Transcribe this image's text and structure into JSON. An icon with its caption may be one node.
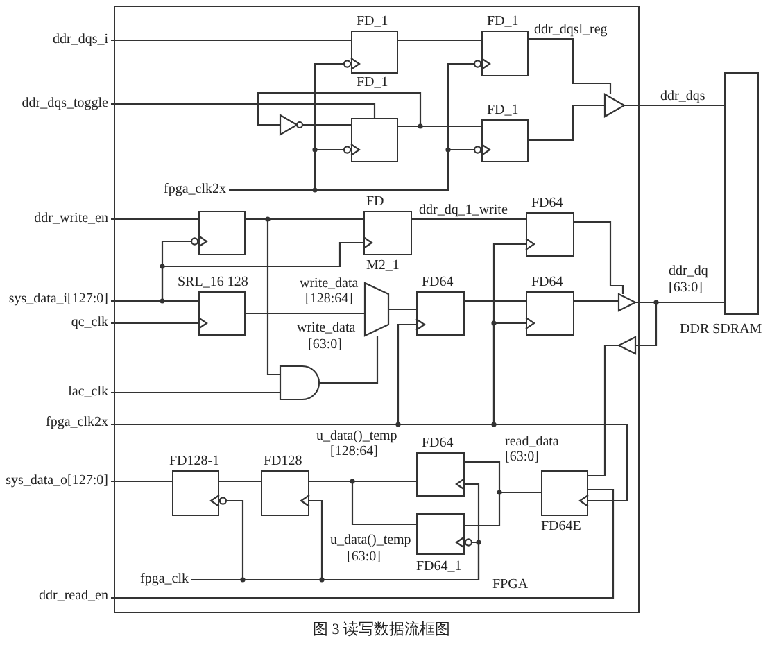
{
  "diagram": {
    "caption": "图 3 读写数据流框图",
    "nodes": [
      {
        "text": [
          "FPGA"
        ]
      },
      {
        "text": [
          "ddr_dqs_i"
        ]
      },
      {
        "text": [
          "FD_1"
        ],
        "in": 0
      },
      {
        "text": [
          "FD_1"
        ],
        "in": 0
      },
      {
        "text": [
          "ddr_dqs_toggle"
        ]
      },
      {
        "text": [],
        "shape": "triangle",
        "in": 0
      },
      {
        "text": [
          "FD_1"
        ],
        "in": 0
      },
      {
        "text": [
          "FD_1"
        ],
        "in": 0
      },
      {
        "text": [],
        "shape": "triangle",
        "in": 0
      },
      {
        "text": [
          "DDR SDRAM"
        ]
      },
      {
        "text": [
          "fpga_clk2x"
        ],
        "in": 0
      },
      {
        "text": [
          "ddr_write_en"
        ]
      },
      {
        "text": [],
        "shape": "box",
        "in": 0
      },
      {
        "text": [
          "FD",
          "M2_1"
        ],
        "in": 0
      },
      {
        "text": [
          "FD64"
        ],
        "in": 0
      },
      {
        "text": [
          "sys_data_i[127:0]"
        ]
      },
      {
        "text": [
          "qc_clk"
        ]
      },
      {
        "text": [
          "SRL_16 128"
        ],
        "in": 0
      },
      {
        "text": [],
        "shape": "trapezoid",
        "in": 0
      },
      {
        "text": [
          "FD64"
        ],
        "in": 0
      },
      {
        "text": [
          "FD64"
        ],
        "in": 0
      },
      {
        "text": [],
        "shape": "triangle",
        "in": 0
      },
      {
        "text": [],
        "shape": "triangle",
        "in": 0
      },
      {
        "text": [
          "lac_clk"
        ]
      },
      {
        "text": [],
        "shape": "gate",
        "in": 0
      },
      {
        "text": [
          "fpga_clk2x"
        ]
      },
      {
        "text": [
          "sys_data_o[127:0]"
        ]
      },
      {
        "text": [
          "FD128-1"
        ],
        "in": 0
      },
      {
        "text": [
          "FD128"
        ],
        "in": 0
      },
      {
        "text": [
          "FD64"
        ],
        "in": 0
      },
      {
        "text": [
          "FD64_1"
        ],
        "in": 0
      },
      {
        "text": [
          "FD64E"
        ],
        "in": 0
      },
      {
        "text": [
          "fpga_clk"
        ],
        "in": 0
      },
      {
        "text": [
          "ddr_read_en"
        ]
      }
    ],
    "edges": [
      {
        "from": 1,
        "to": 2,
        "arrow": "none"
      },
      {
        "from": 2,
        "to": 3,
        "arrow": "none"
      },
      {
        "from": 4,
        "to": 6,
        "arrow": "none"
      },
      {
        "from": 5,
        "to": 6,
        "arrow": "none"
      },
      {
        "from": 6,
        "to": 7,
        "arrow": "none"
      },
      {
        "from": 6,
        "to": 5,
        "arrow": "none"
      },
      {
        "from": 10,
        "to": 2,
        "arrow": "other"
      },
      {
        "from": 10,
        "to": 6,
        "arrow": "other"
      },
      {
        "from": 10,
        "to": 3,
        "arrow": "other"
      },
      {
        "from": 10,
        "to": 7,
        "arrow": "other"
      },
      {
        "from": 3,
        "to": 8,
        "arrow": "none"
      },
      {
        "from": 7,
        "to": 8,
        "arrow": "none"
      },
      {
        "from": 8,
        "to": 9,
        "arrow": "none"
      },
      {
        "from": 11,
        "to": 12,
        "arrow": "none"
      },
      {
        "from": 12,
        "to": 13,
        "arrow": "none"
      },
      {
        "from": 12,
        "to": 24,
        "arrow": "none"
      },
      {
        "from": 13,
        "to": 14,
        "arrow": "none"
      },
      {
        "from": 15,
        "to": 17,
        "arrow": "none"
      },
      {
        "from": 15,
        "to": 12,
        "arrow": "other"
      },
      {
        "from": 15,
        "to": 13,
        "arrow": "to"
      },
      {
        "from": 16,
        "to": 17,
        "arrow": "to"
      },
      {
        "from": 17,
        "to": 18,
        "arrow": "none"
      },
      {
        "from": 23,
        "to": 24,
        "arrow": "none"
      },
      {
        "from": 24,
        "to": 18,
        "arrow": "none"
      },
      {
        "from": 18,
        "to": 19,
        "arrow": "none"
      },
      {
        "from": 19,
        "to": 20,
        "arrow": "none"
      },
      {
        "from": 25,
        "to": 19,
        "arrow": "to"
      },
      {
        "from": 25,
        "to": 20,
        "arrow": "to"
      },
      {
        "from": 25,
        "to": 14,
        "arrow": "to"
      },
      {
        "from": 25,
        "to": 31,
        "arrow": "to"
      },
      {
        "from": 14,
        "to": 21,
        "arrow": "none"
      },
      {
        "from": 20,
        "to": 21,
        "arrow": "none"
      },
      {
        "from": 21,
        "to": 9,
        "arrow": "none"
      },
      {
        "from": 9,
        "to": 22,
        "arrow": "none"
      },
      {
        "from": 22,
        "to": 31,
        "arrow": "none"
      },
      {
        "from": 33,
        "to": 31,
        "arrow": "none"
      },
      {
        "from": 26,
        "to": 27,
        "arrow": "none"
      },
      {
        "from": 27,
        "to": 28,
        "arrow": "none"
      },
      {
        "from": 28,
        "to": 29,
        "arrow": "none"
      },
      {
        "from": 28,
        "to": 30,
        "arrow": "none"
      },
      {
        "from": 29,
        "to": 31,
        "arrow": "none"
      },
      {
        "from": 30,
        "to": 31,
        "arrow": "none"
      },
      {
        "from": 32,
        "to": 27,
        "arrow": "other"
      },
      {
        "from": 32,
        "to": 28,
        "arrow": "to"
      },
      {
        "from": 32,
        "to": 29,
        "arrow": "to"
      },
      {
        "from": 32,
        "to": 30,
        "arrow": "other"
      }
    ],
    "labels": [
      "ddr_dqsl_reg",
      "ddr_dqs",
      "ddr_dq_1_write",
      "write_data",
      "[128:64]",
      "write_data",
      "[63:0]",
      "ddr_dq",
      "[63:0]",
      "u_data()_temp",
      "[128:64]",
      "read_data",
      "[63:0]",
      "u_data()_temp",
      "[63:0]"
    ]
  }
}
